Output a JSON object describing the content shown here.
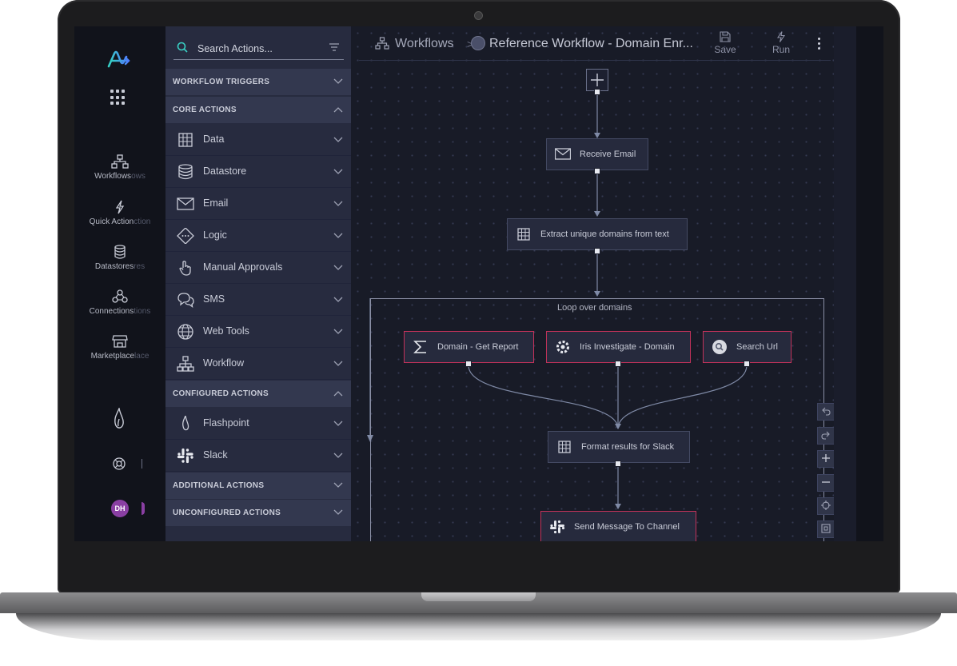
{
  "rail": {
    "items": [
      {
        "label": "Workflows",
        "ghost": "ows"
      },
      {
        "label": "Quick Action",
        "ghost": "ction"
      },
      {
        "label": "Datastores",
        "ghost": "res"
      },
      {
        "label": "Connections",
        "ghost": "tions"
      },
      {
        "label": "Marketplace",
        "ghost": "lace"
      }
    ],
    "user_initials": "DH"
  },
  "actions_panel": {
    "search_placeholder": "Search Actions...",
    "sections": {
      "workflow_triggers": "WORKFLOW TRIGGERS",
      "core_actions": "CORE ACTIONS",
      "configured_actions": "CONFIGURED ACTIONS",
      "additional_actions": "ADDITIONAL ACTIONS",
      "unconfigured_actions": "UNCONFIGURED ACTIONS"
    },
    "core_items": [
      {
        "label": "Data",
        "icon": "grid-icon"
      },
      {
        "label": "Datastore",
        "icon": "database-icon"
      },
      {
        "label": "Email",
        "icon": "envelope-icon"
      },
      {
        "label": "Logic",
        "icon": "logic-diamond-icon"
      },
      {
        "label": "Manual Approvals",
        "icon": "hand-pointer-icon"
      },
      {
        "label": "SMS",
        "icon": "chat-bubbles-icon"
      },
      {
        "label": "Web Tools",
        "icon": "www-globe-icon"
      },
      {
        "label": "Workflow",
        "icon": "workflow-tree-icon"
      }
    ],
    "configured_items": [
      {
        "label": "Flashpoint",
        "icon": "flame-icon"
      },
      {
        "label": "Slack",
        "icon": "slack-icon"
      }
    ]
  },
  "header": {
    "breadcrumb_root": "Workflows",
    "separator": ">",
    "workflow_name": "Reference Workflow - Domain Enr...",
    "save_label": "Save",
    "run_label": "Run"
  },
  "workflow": {
    "nodes": {
      "receive_email": "Receive Email",
      "extract_domains": "Extract unique domains from text",
      "domain_report": "Domain - Get Report",
      "iris_investigate": "Iris Investigate - Domain",
      "search_url": "Search Url",
      "format_slack": "Format results for Slack",
      "send_message": "Send Message To Channel"
    },
    "loop_label": "Loop over domains"
  },
  "colors": {
    "accent_teal": "#35d0c4",
    "accent_blue": "#4f7dff",
    "node_error_border": "#c2325a",
    "avatar": "#8a3fa3"
  }
}
